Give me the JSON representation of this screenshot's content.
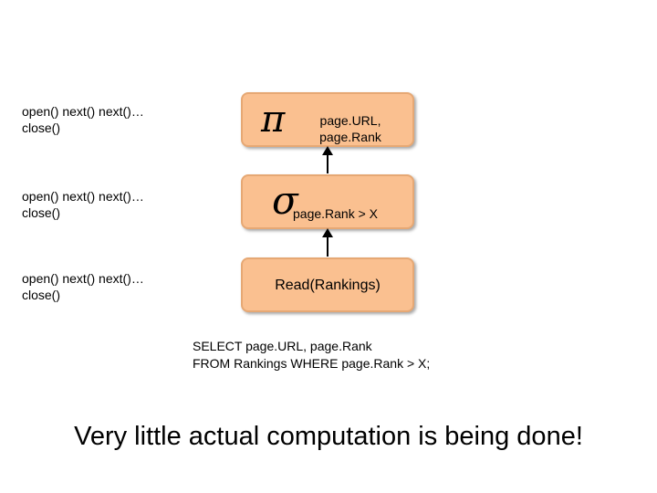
{
  "left_labels": [
    {
      "line1": "open() next() next()…",
      "line2": "close()"
    },
    {
      "line1": "open() next() next()…",
      "line2": "close()"
    },
    {
      "line1": "open() next() next()…",
      "line2": "close()"
    }
  ],
  "operators": {
    "projection": {
      "symbol": "π",
      "line1": "page.URL,",
      "line2": "page.Rank"
    },
    "selection": {
      "symbol": "σ",
      "text": "page.Rank > X"
    },
    "scan": {
      "text": "Read(Rankings)"
    }
  },
  "sql": {
    "line1": "SELECT page.URL, page.Rank",
    "line2": "FROM Rankings WHERE page.Rank > X;"
  },
  "footer": "Very little actual computation is being done!",
  "colors": {
    "box_fill": "#fac090",
    "box_border": "#e6a874"
  }
}
